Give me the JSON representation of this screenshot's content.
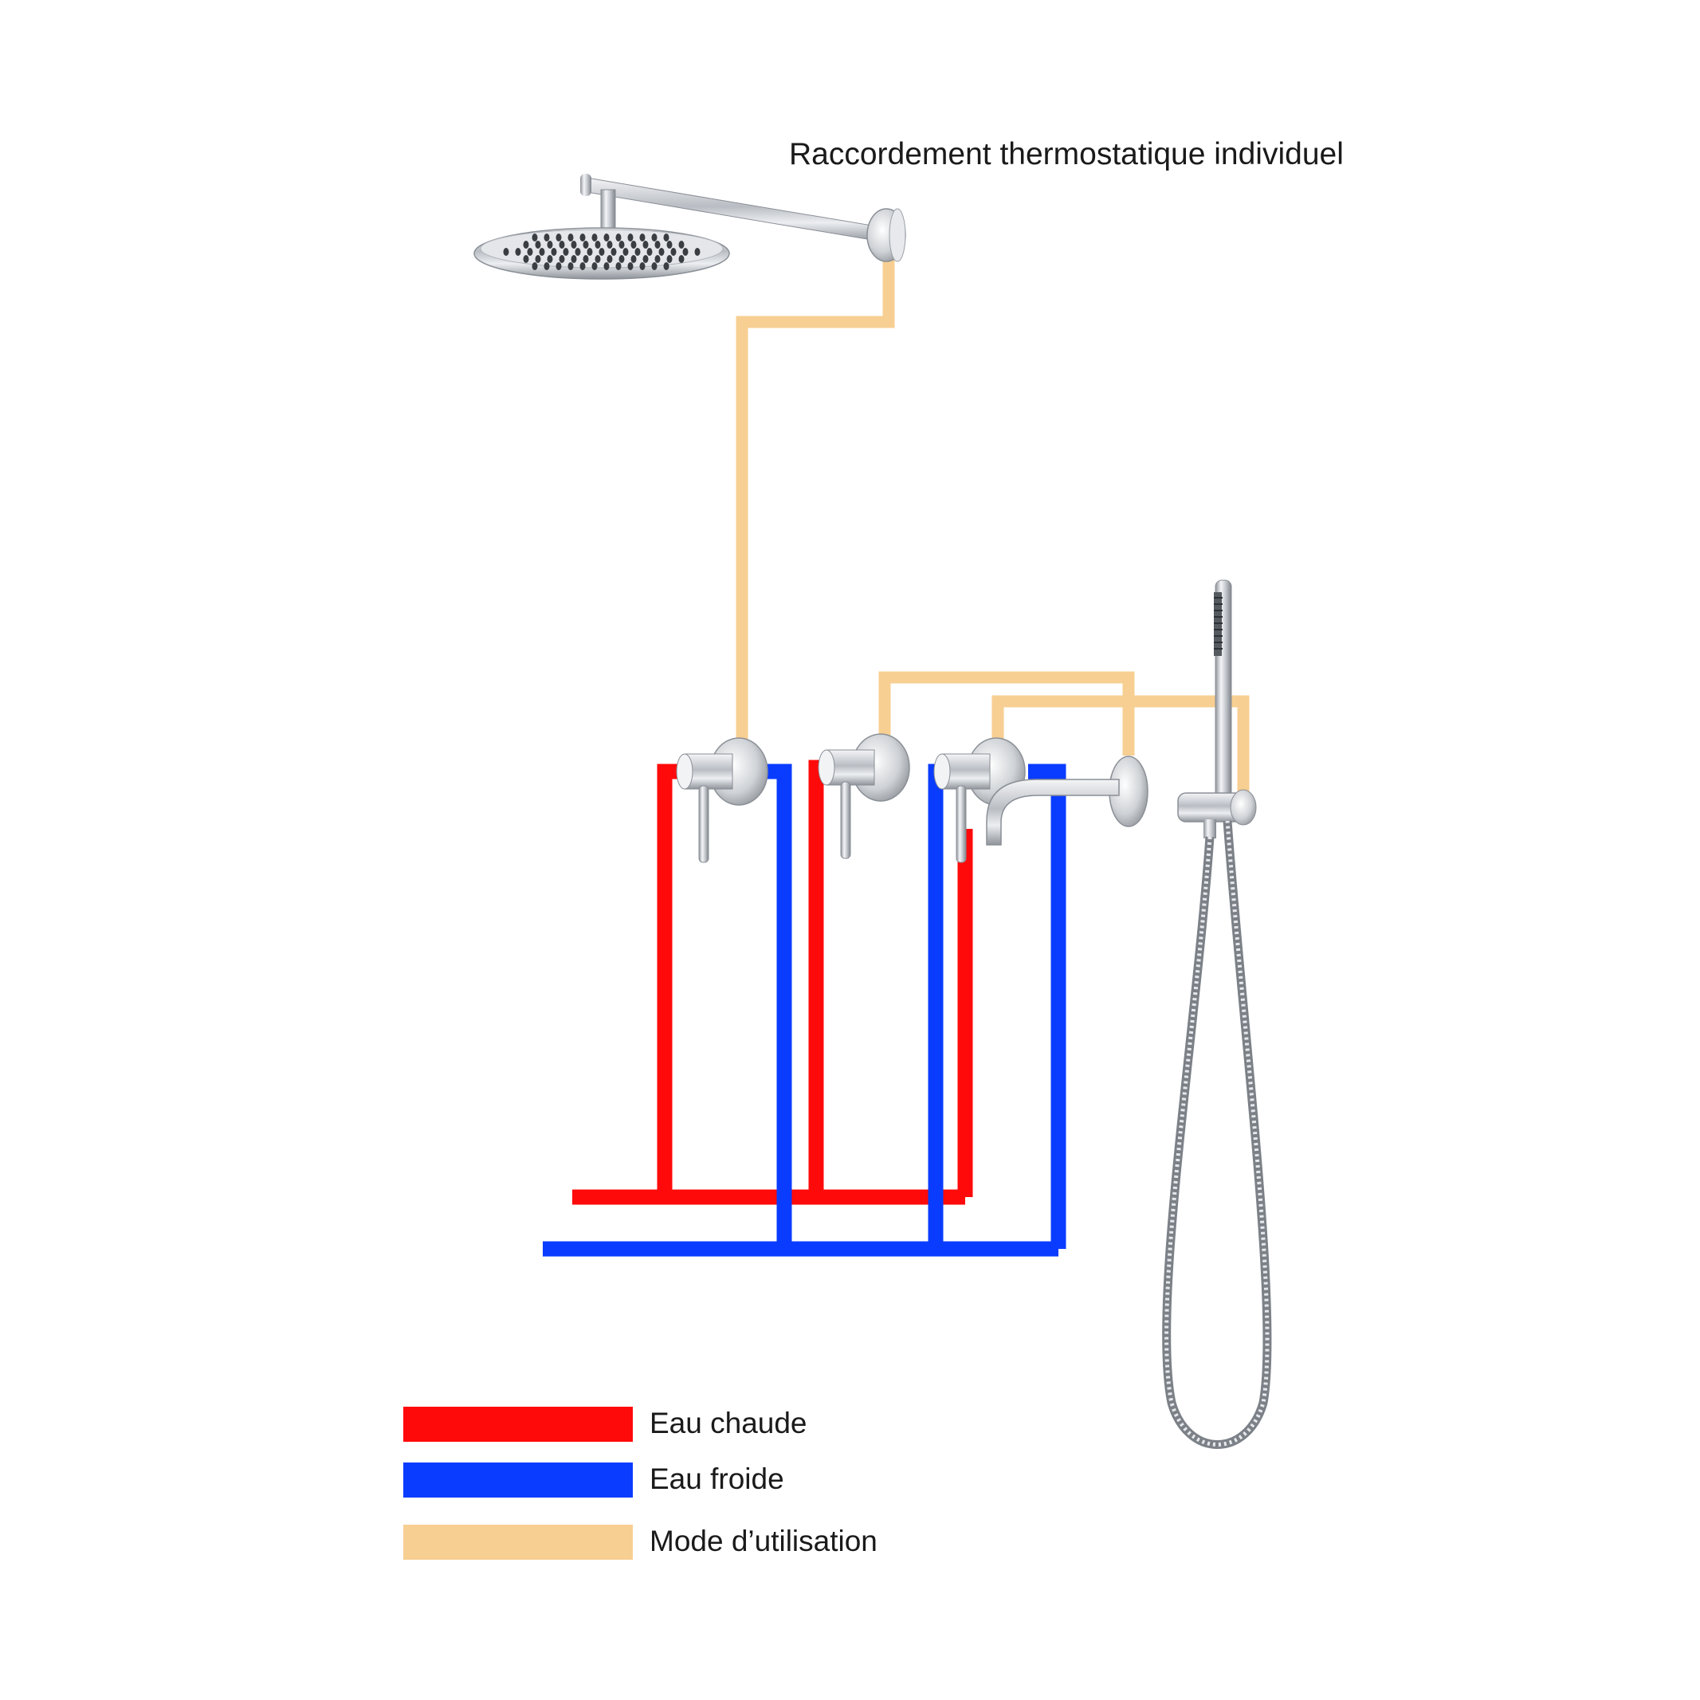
{
  "title": "Raccordement thermostatique individuel",
  "colors": {
    "hot": "#ff0a0a",
    "cold": "#0a3cff",
    "usage": "#f7cf92",
    "chrome": "#c9ccd1"
  },
  "legend": [
    {
      "label": "Eau chaude",
      "color": "#ff0a0a"
    },
    {
      "label": "Eau froide",
      "color": "#0a3cff"
    },
    {
      "label": "Mode d’utilisation",
      "color": "#f7cf92"
    }
  ],
  "icons": {
    "shower_head": "rain-shower-head-icon",
    "mixer": "wall-mixer-valve-icon",
    "spout": "bath-spout-icon",
    "hand_shower": "hand-shower-icon"
  }
}
